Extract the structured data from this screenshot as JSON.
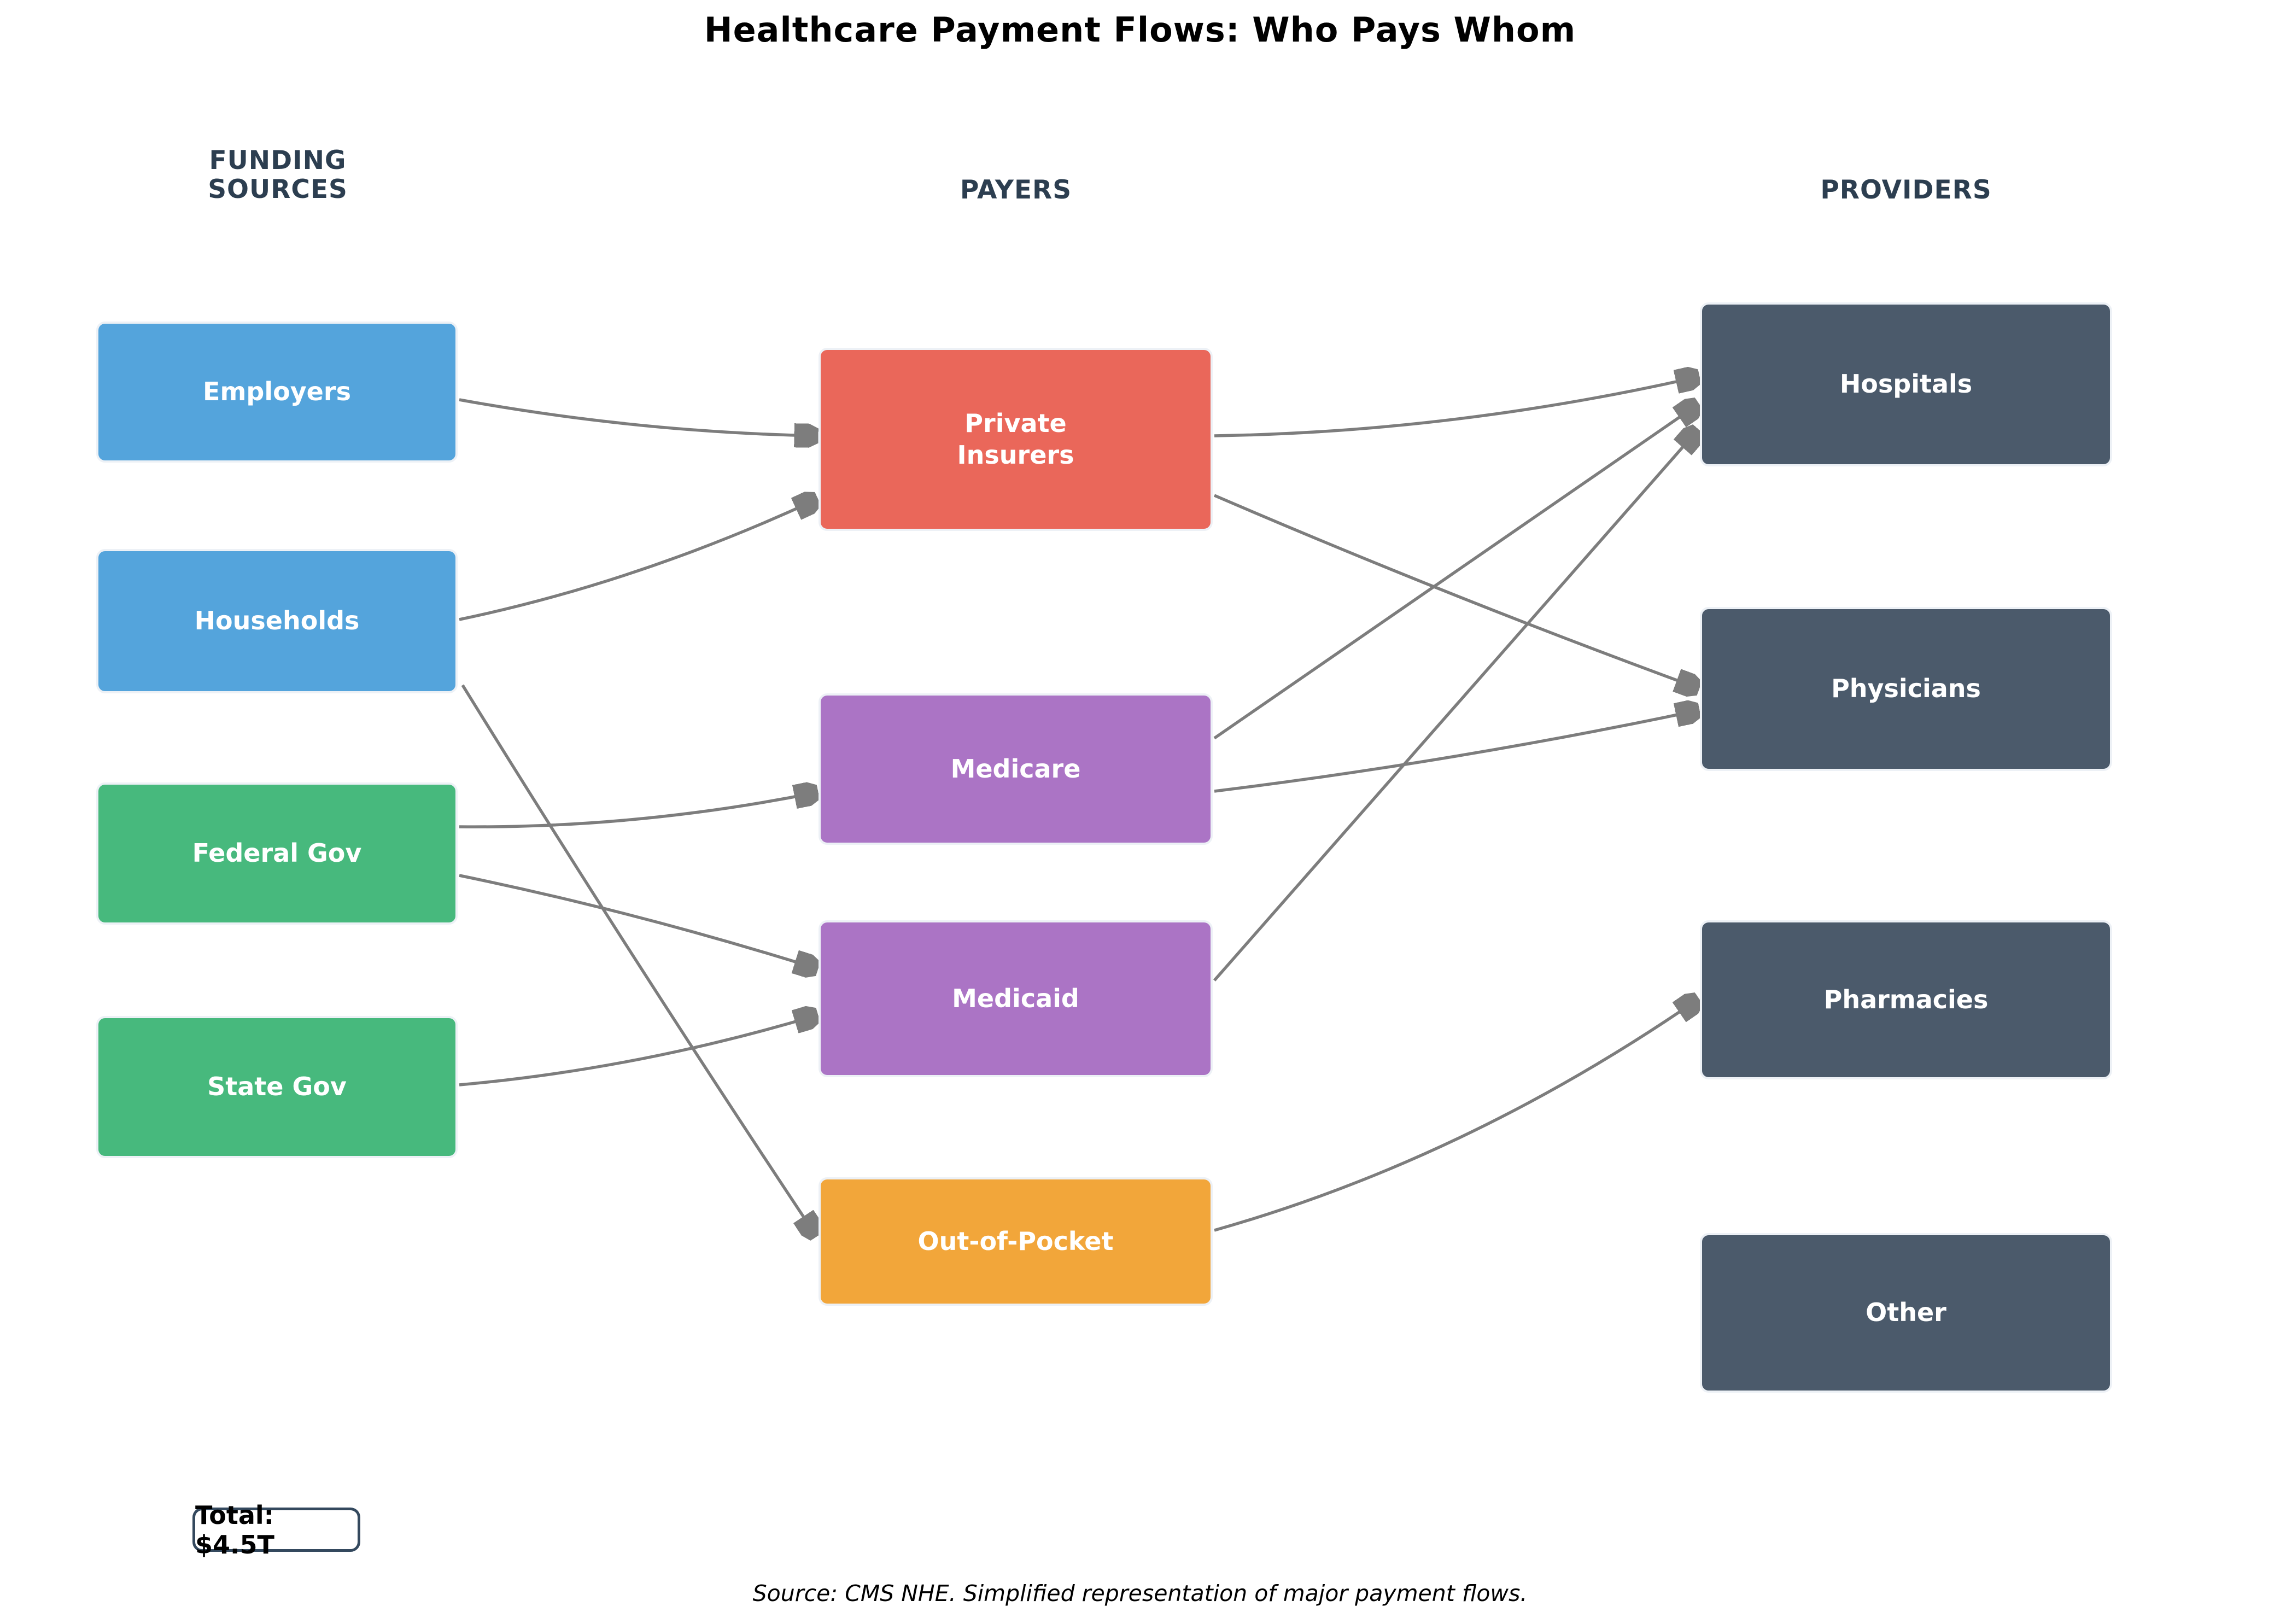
{
  "title": "Healthcare Payment Flows: Who Pays Whom",
  "columns": {
    "sources": {
      "label": "FUNDING\nSOURCES"
    },
    "payers": {
      "label": "PAYERS"
    },
    "providers": {
      "label": "PROVIDERS"
    }
  },
  "nodes": {
    "employers": {
      "label": "Employers",
      "column": "sources",
      "color": "#54a4dc"
    },
    "households": {
      "label": "Households",
      "column": "sources",
      "color": "#54a4dc"
    },
    "federal_gov": {
      "label": "Federal Gov",
      "column": "sources",
      "color": "#47b97d"
    },
    "state_gov": {
      "label": "State Gov",
      "column": "sources",
      "color": "#47b97d"
    },
    "private_insurers": {
      "label": "Private\nInsurers",
      "column": "payers",
      "color": "#ea675a"
    },
    "medicare": {
      "label": "Medicare",
      "column": "payers",
      "color": "#ab74c5"
    },
    "medicaid": {
      "label": "Medicaid",
      "column": "payers",
      "color": "#ab74c5"
    },
    "out_of_pocket": {
      "label": "Out-of-Pocket",
      "column": "payers",
      "color": "#f2a63a"
    },
    "hospitals": {
      "label": "Hospitals",
      "column": "providers",
      "color": "#4b5a6b"
    },
    "physicians": {
      "label": "Physicians",
      "column": "providers",
      "color": "#4b5a6b"
    },
    "pharmacies": {
      "label": "Pharmacies",
      "column": "providers",
      "color": "#4b5a6b"
    },
    "other": {
      "label": "Other",
      "column": "providers",
      "color": "#4b5a6b"
    }
  },
  "flows": [
    {
      "from": "Employers",
      "to": "Private Insurers"
    },
    {
      "from": "Households",
      "to": "Private Insurers"
    },
    {
      "from": "Households",
      "to": "Out-of-Pocket"
    },
    {
      "from": "Federal Gov",
      "to": "Medicare"
    },
    {
      "from": "Federal Gov",
      "to": "Medicaid"
    },
    {
      "from": "State Gov",
      "to": "Medicaid"
    },
    {
      "from": "Private Insurers",
      "to": "Hospitals"
    },
    {
      "from": "Private Insurers",
      "to": "Physicians"
    },
    {
      "from": "Medicare",
      "to": "Hospitals"
    },
    {
      "from": "Medicare",
      "to": "Physicians"
    },
    {
      "from": "Medicaid",
      "to": "Hospitals"
    },
    {
      "from": "Out-of-Pocket",
      "to": "Pharmacies"
    }
  ],
  "total_label": "Total: $4.5T",
  "source_note": "Source: CMS NHE. Simplified representation of major payment flows.",
  "colors": {
    "funding_private": "#54a4dc",
    "funding_government": "#47b97d",
    "payer_private": "#ea675a",
    "payer_public": "#ab74c5",
    "payer_oop": "#f2a63a",
    "provider": "#4b5a6b",
    "header_text": "#2c3e50",
    "arrow": "#7d7d7d",
    "total_border": "#34495e",
    "background": "#ffffff"
  }
}
